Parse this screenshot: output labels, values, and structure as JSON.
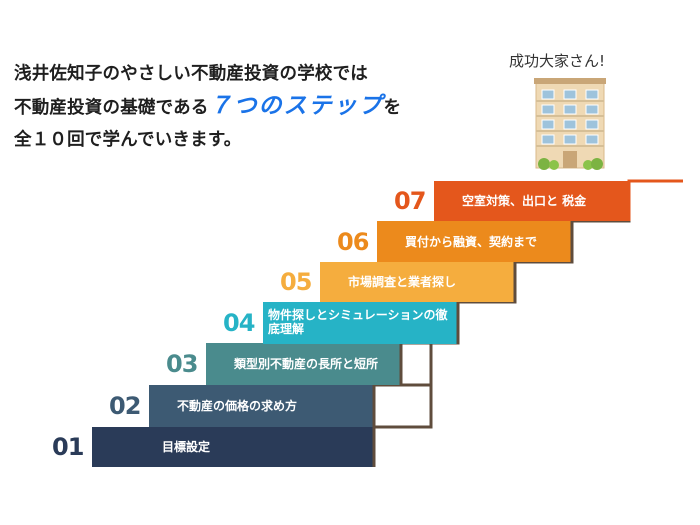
{
  "intro": {
    "line1": "浅井佐知子のやさしい不動産投資の学校では",
    "line2_pre": "不動産投資の基礎である",
    "line2_highlight": "７つのステップ",
    "line2_post": "を",
    "line3": "全１０回で学んでいきます。"
  },
  "success_label": "成功大家さん!",
  "steps": [
    {
      "number": "01",
      "label": "目標設定",
      "color": "#2a3b58"
    },
    {
      "number": "02",
      "label": "不動産の価格の求め方",
      "color": "#3d5a73"
    },
    {
      "number": "03",
      "label": "類型別不動産の長所と短所",
      "color": "#4a8b8d"
    },
    {
      "number": "04",
      "label": "物件探しとシミュレーションの徹底理解",
      "color": "#26b3c6"
    },
    {
      "number": "05",
      "label": "市場調査と業者探し",
      "color": "#f5ad3e"
    },
    {
      "number": "06",
      "label": "買付から融資、契約まで",
      "color": "#ec8a1c"
    },
    {
      "number": "07",
      "label": "空室対策、出口と 税金",
      "color": "#e4571c"
    }
  ]
}
